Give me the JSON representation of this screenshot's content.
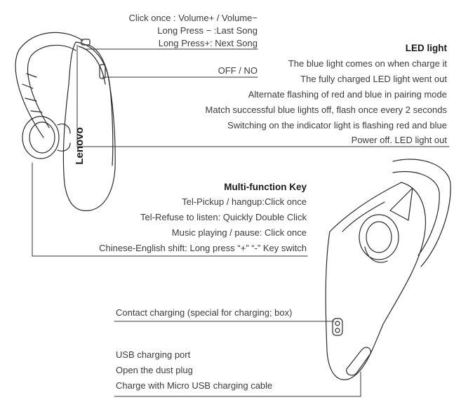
{
  "headset_top": {
    "brand_logo": "Lenovo",
    "button_callout": {
      "line1": "Click once : Volume+ / Volume−",
      "line2": "Long Press − :Last Song",
      "line3": "Long Press+: Next Song"
    },
    "switch_label": "OFF / NO"
  },
  "led_light": {
    "title": "LED light",
    "items": [
      "The blue light comes on when charge it",
      "The fully charged LED light went out",
      "Alternate flashing of red and blue in pairing mode",
      "Match successful blue lights off, flash once every 2 seconds",
      "Switching on the indicator light is flashing red and blue",
      "Power off. LED light out"
    ]
  },
  "multi_function_key": {
    "title": "Multi-function Key",
    "items": [
      "Tel-Pickup / hangup:Click once",
      "Tel-Refuse to listen: Quickly Double Click",
      "Music playing / pause: Click once",
      "Chinese-English shift: Long press “+”  “-” Key switch"
    ]
  },
  "headset_bottom": {
    "contact_charging": "Contact charging (special for charging; box)",
    "usb_items": [
      "USB charging port",
      "Open the dust plug",
      "Charge with Micro USB charging cable"
    ]
  }
}
